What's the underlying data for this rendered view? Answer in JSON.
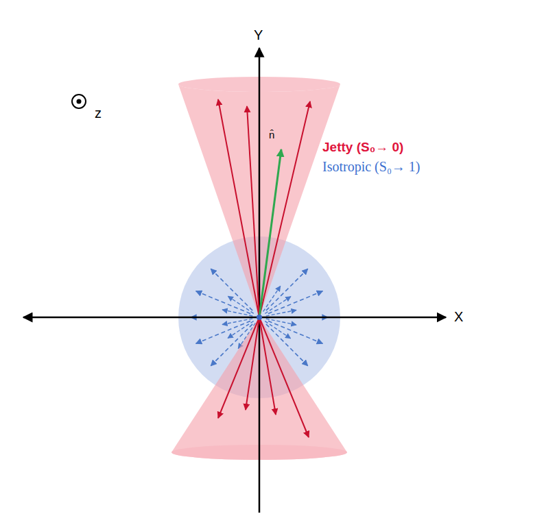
{
  "diagram": {
    "labels": [
      "Y",
      "X",
      "z",
      "n̂",
      "Jetty (S₀→ 0)",
      "Isotropic (S₀→ 1)"
    ]
  }
}
